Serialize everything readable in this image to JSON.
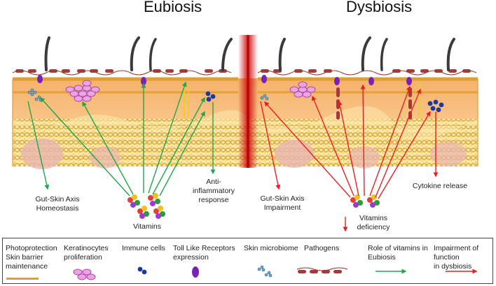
{
  "titles": {
    "eubiosis": "Eubiosis",
    "dysbiosis": "Dysbiosis"
  },
  "labels": {
    "gut_skin_homeostasis": [
      "Gut-Skin Axis",
      "Homeostasis"
    ],
    "vitamins": "Vitamins",
    "anti_inflammatory": [
      "Anti-",
      "inflammatory",
      "response"
    ],
    "gut_skin_impairment": [
      "Gut-Skin Axis",
      "Impairment"
    ],
    "vitamins_deficiency": [
      "Vitamins",
      "deficiency"
    ],
    "cytokine_release": "Cytokine release"
  },
  "legend": {
    "photoprotection": [
      "Photoprotection",
      "Skin barrier",
      "maintenance"
    ],
    "keratinocytes": [
      "Keratinocytes",
      "proliferation"
    ],
    "immune_cells": "Immune cells",
    "tlr": [
      "Toll Like Receptors",
      "expression"
    ],
    "microbiome": "Skin microbiome",
    "pathogens": "Pathogens",
    "role_vitamins": [
      "Role of vitamins in",
      "Eubiosis"
    ],
    "impairment": [
      "Impairment of function",
      "in dysbiosis"
    ]
  },
  "colors": {
    "green_arrow": "#1fa64a",
    "red_arrow": "#e62020",
    "barrier": "#e0a030",
    "tlr": "#7a22b8",
    "keratinocyte": "#d96bd0",
    "immune": "#1b3a9c",
    "pathogen": "#a33a3a",
    "divider": "#cc1111"
  }
}
